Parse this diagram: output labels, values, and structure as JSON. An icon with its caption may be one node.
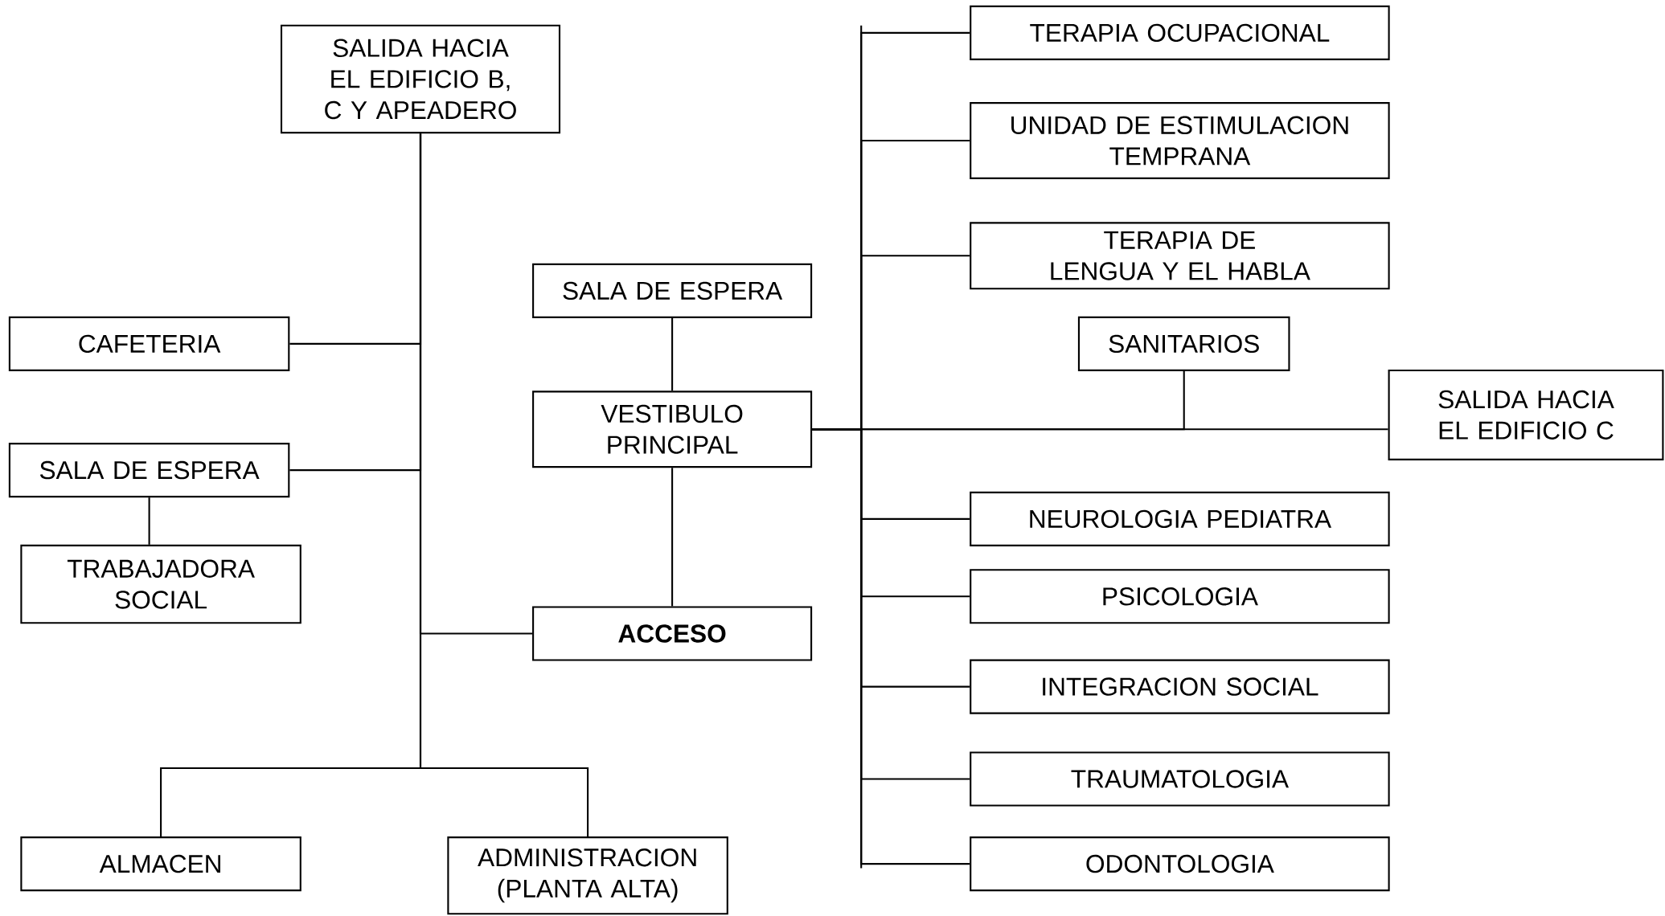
{
  "diagram": {
    "nodes": [
      {
        "text": [
          "SALIDA HACIA EL EDIFICIO B, C Y APEADERO"
        ]
      },
      {
        "text": [
          "CAFETERIA"
        ]
      },
      {
        "text": [
          "SALA DE ESPERA"
        ]
      },
      {
        "text": [
          "TRABAJADORA SOCIAL"
        ]
      },
      {
        "text": [
          "ALMACEN"
        ]
      },
      {
        "text": [
          "ADMINISTRACION (PLANTA ALTA)"
        ]
      },
      {
        "text": [
          "SALA DE ESPERA"
        ]
      },
      {
        "text": [
          "VESTIBULO PRINCIPAL"
        ]
      },
      {
        "text": [
          "ACCESO"
        ]
      },
      {
        "text": [
          "TERAPIA OCUPACIONAL"
        ]
      },
      {
        "text": [
          "UNIDAD DE ESTIMULACION TEMPRANA"
        ]
      },
      {
        "text": [
          "TERAPIA DE LENGUA Y EL HABLA"
        ]
      },
      {
        "text": [
          "SANITARIOS"
        ]
      },
      {
        "text": [
          "SALIDA HACIA EL EDIFICIO C"
        ]
      },
      {
        "text": [
          "NEUROLOGIA PEDIATRA"
        ]
      },
      {
        "text": [
          "PSICOLOGIA"
        ]
      },
      {
        "text": [
          "INTEGRACION SOCIAL"
        ]
      },
      {
        "text": [
          "TRAUMATOLOGIA"
        ]
      },
      {
        "text": [
          "ODONTOLOGIA"
        ]
      }
    ],
    "edges": [
      {
        "from": 0,
        "to": 1,
        "arrow": "none"
      },
      {
        "from": 0,
        "to": 2,
        "arrow": "none"
      },
      {
        "from": 2,
        "to": 3,
        "arrow": "none"
      },
      {
        "from": 0,
        "to": 8,
        "arrow": "none"
      },
      {
        "from": 0,
        "to": 4,
        "arrow": "none"
      },
      {
        "from": 0,
        "to": 5,
        "arrow": "none"
      },
      {
        "from": 6,
        "to": 7,
        "arrow": "none"
      },
      {
        "from": 7,
        "to": 8,
        "arrow": "none"
      },
      {
        "from": 7,
        "to": 13,
        "arrow": "none"
      },
      {
        "from": 12,
        "to": 7,
        "arrow": "none"
      },
      {
        "from": 7,
        "to": 9,
        "arrow": "none"
      },
      {
        "from": 7,
        "to": 10,
        "arrow": "none"
      },
      {
        "from": 7,
        "to": 11,
        "arrow": "none"
      },
      {
        "from": 7,
        "to": 14,
        "arrow": "none"
      },
      {
        "from": 7,
        "to": 15,
        "arrow": "none"
      },
      {
        "from": 7,
        "to": 16,
        "arrow": "none"
      },
      {
        "from": 7,
        "to": 17,
        "arrow": "none"
      },
      {
        "from": 7,
        "to": 18,
        "arrow": "none"
      }
    ]
  }
}
